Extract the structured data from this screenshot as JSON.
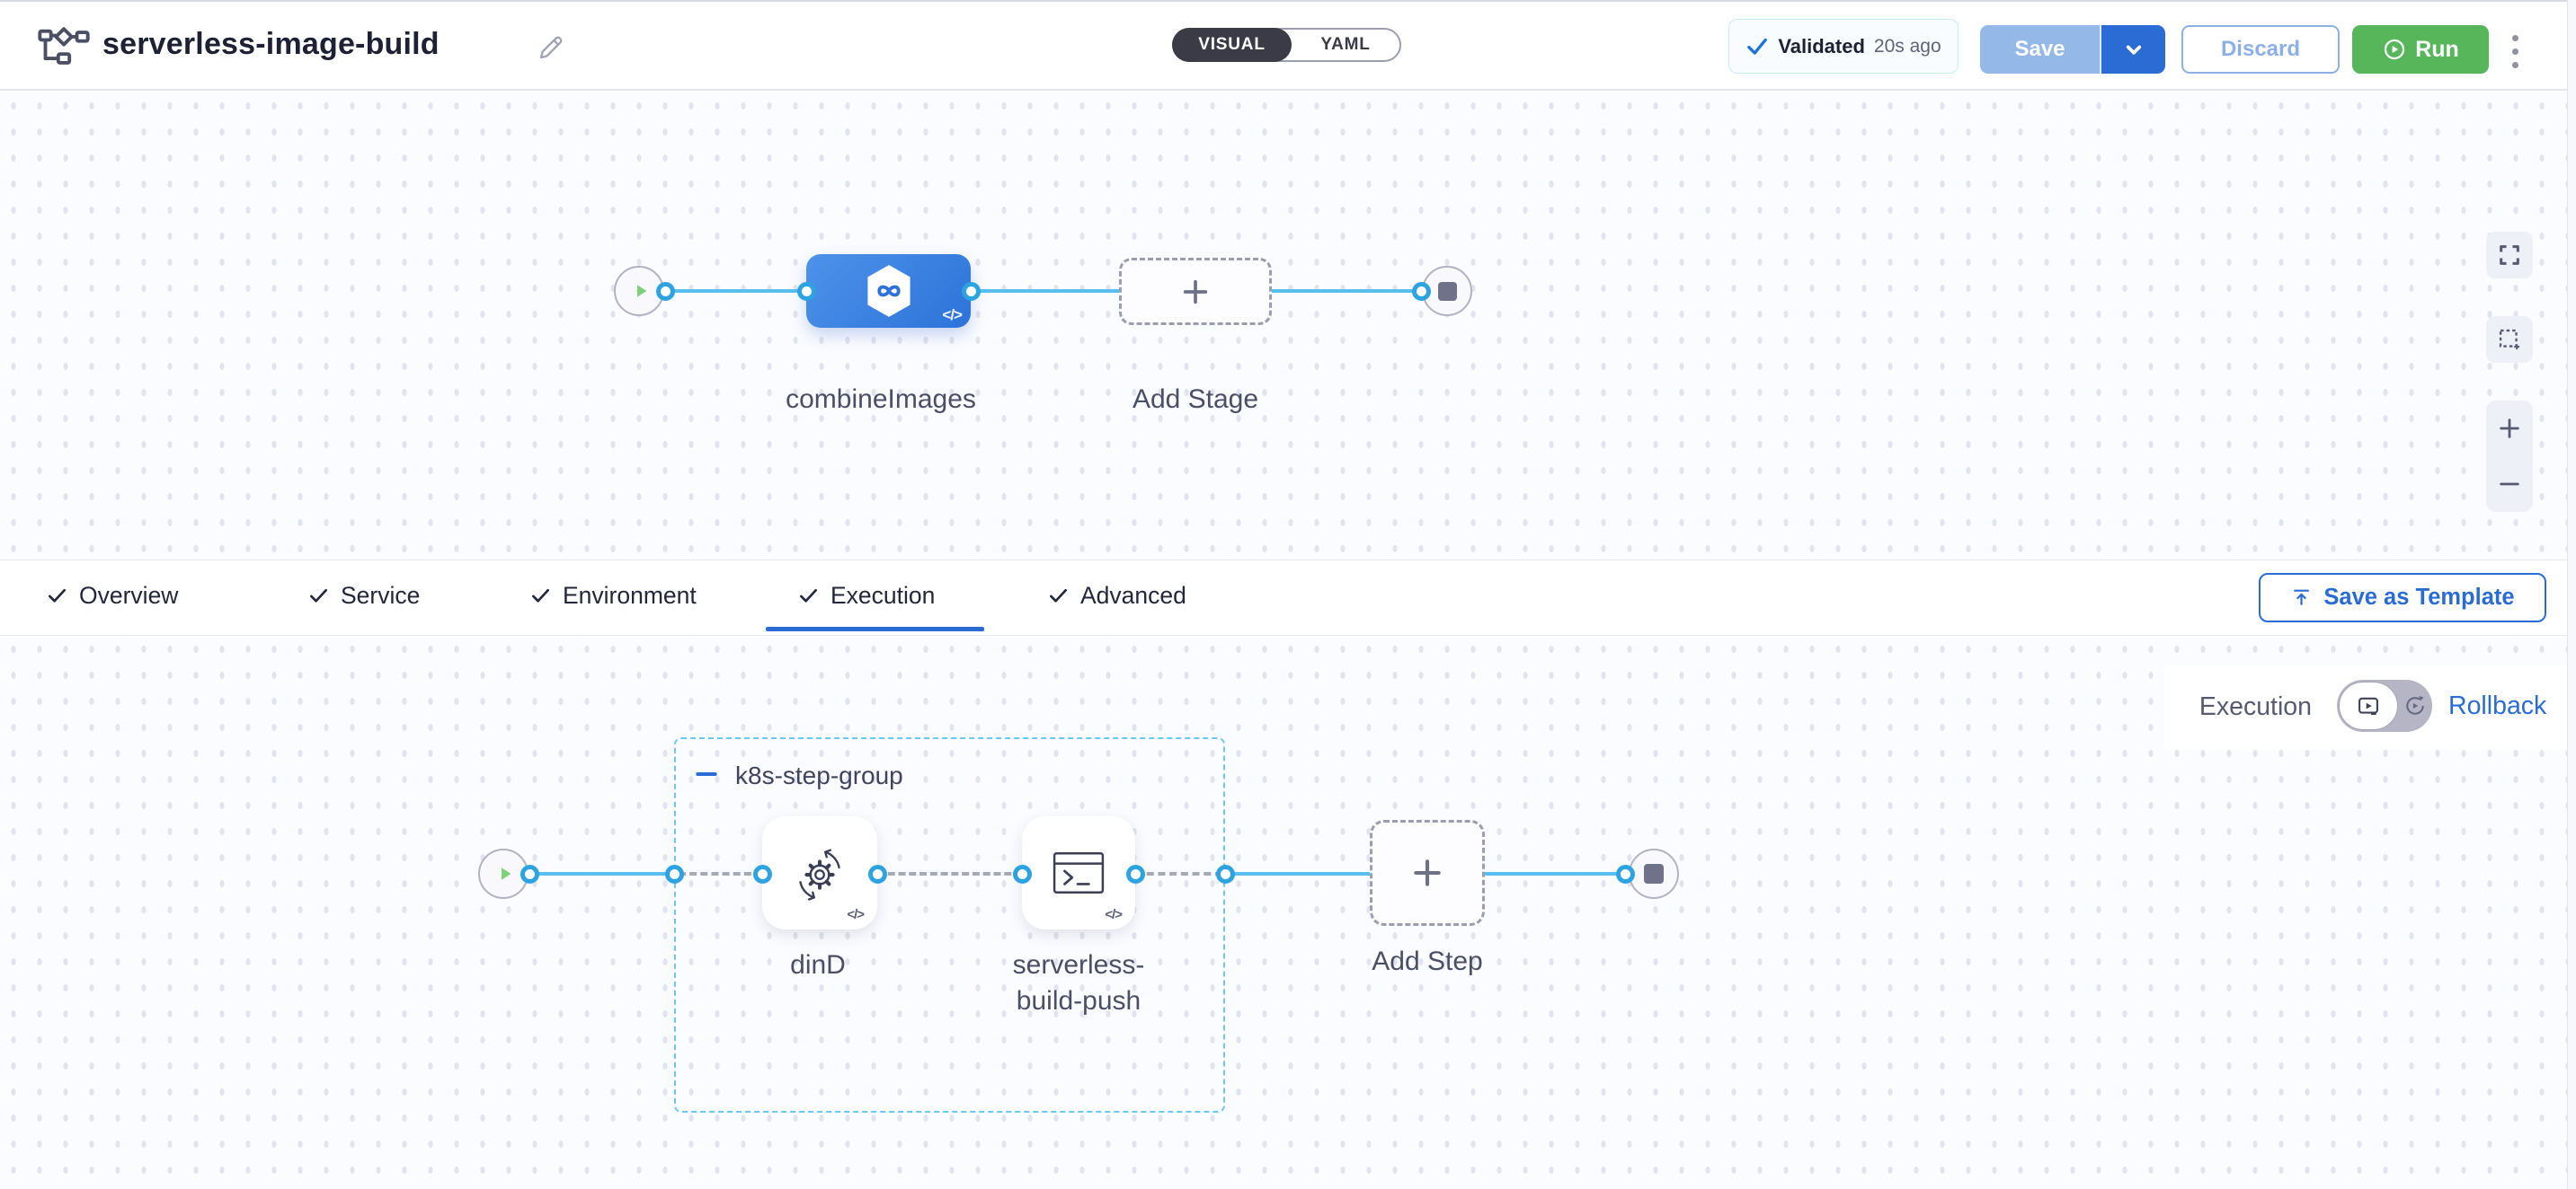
{
  "colors": {
    "accent_blue": "#2a6cd4",
    "node_blue_start": "#4d93e9",
    "node_blue_end": "#2d72d9",
    "connector_blue": "#58bff0",
    "port_ring": "#2da3e1",
    "run_green": "#57b55a",
    "group_border": "#6cc7f3",
    "validated_check": "#1a73d8"
  },
  "header": {
    "title": "serverless-image-build",
    "mode_visual": "VISUAL",
    "mode_yaml": "YAML",
    "validated_label": "Validated",
    "validated_time": "20s ago",
    "save": "Save",
    "discard": "Discard",
    "run": "Run"
  },
  "top_canvas": {
    "stage_name": "combineImages",
    "add_stage": "Add Stage",
    "code_badge": "</>"
  },
  "tabs": {
    "items": [
      {
        "label": "Overview"
      },
      {
        "label": "Service"
      },
      {
        "label": "Environment"
      },
      {
        "label": "Execution"
      },
      {
        "label": "Advanced"
      }
    ],
    "active": "Execution",
    "save_as_template": "Save as Template"
  },
  "execution_bar": {
    "label": "Execution",
    "rollback": "Rollback"
  },
  "bottom_canvas": {
    "group_name": "k8s-step-group",
    "step1_name": "dinD",
    "step2_line1": "serverless-",
    "step2_line2": "build-push",
    "add_step": "Add Step",
    "code_badge": "</>"
  }
}
